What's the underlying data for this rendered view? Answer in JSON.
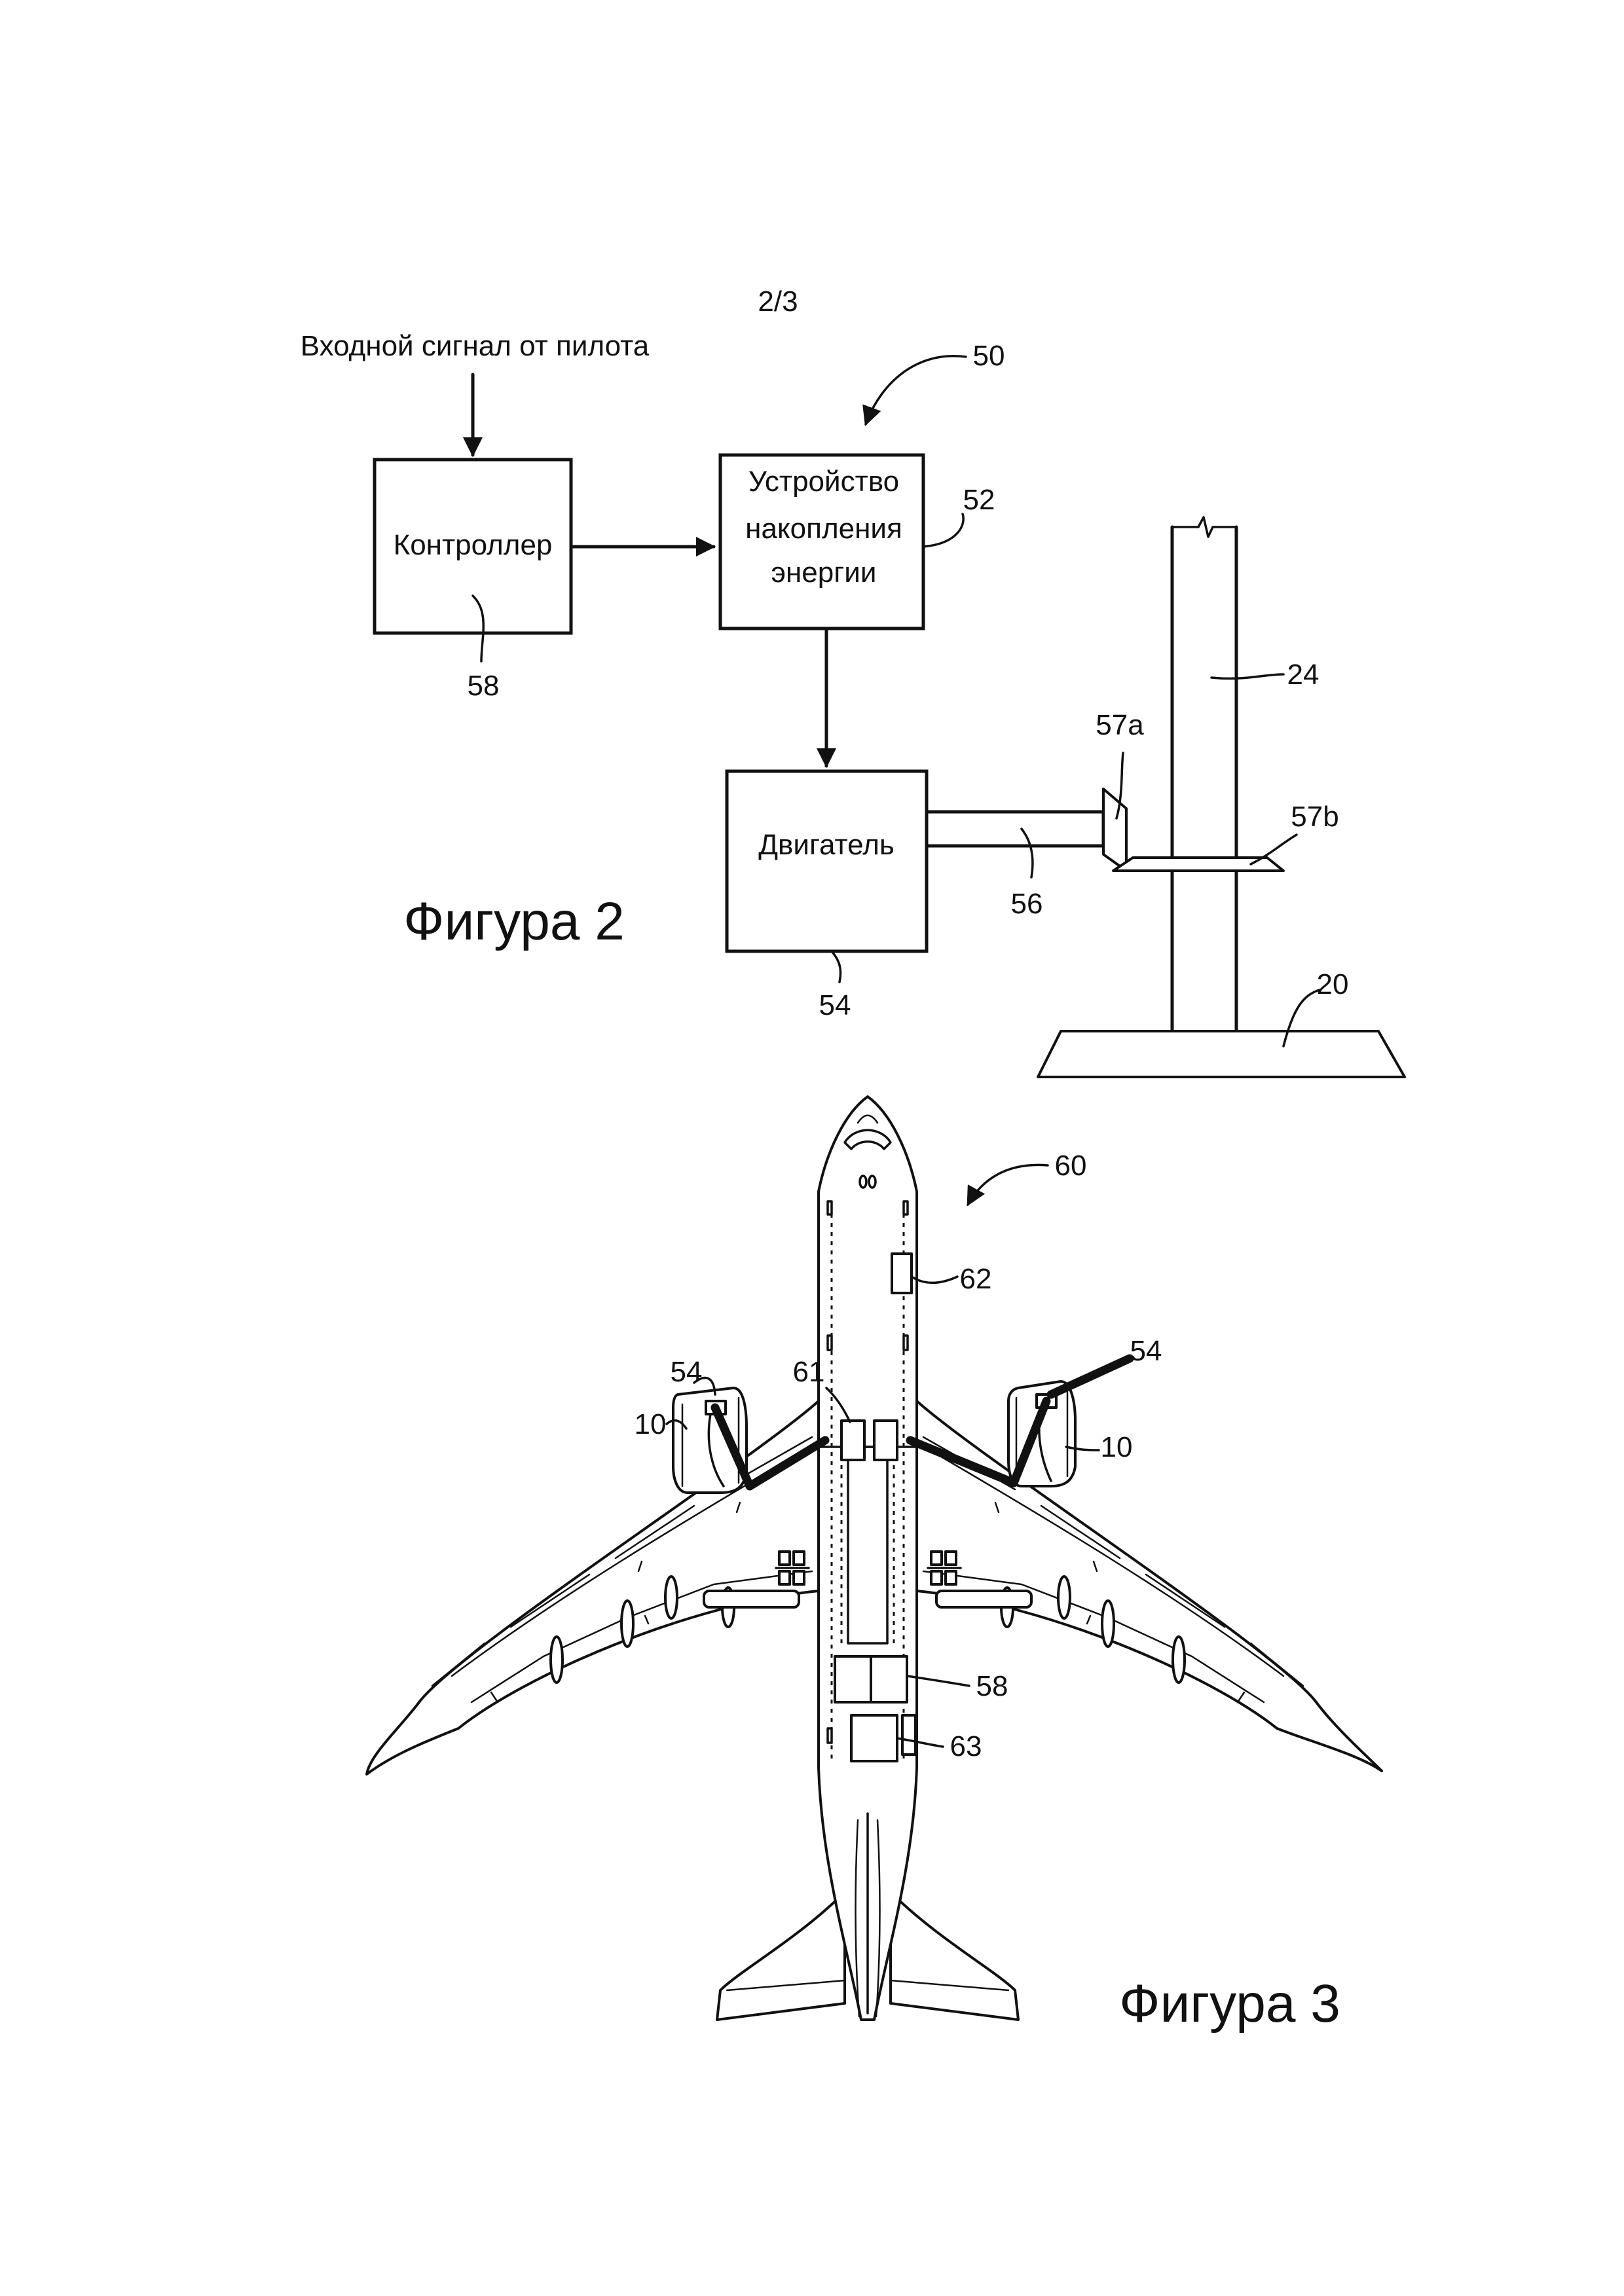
{
  "page_number": "2/3",
  "figure2": {
    "caption": "Фигура 2",
    "input_label": "Входной сигнал от пилота",
    "controller_label": "Контроллер",
    "storage_label_lines": [
      "Устройство",
      "накопления",
      "энергии"
    ],
    "motor_label": "Двигатель",
    "refs": {
      "system": "50",
      "storage": "52",
      "motor": "54",
      "shaft": "56",
      "gear_a": "57a",
      "gear_b": "57b",
      "controller": "58",
      "strut": "24",
      "base": "20"
    }
  },
  "figure3": {
    "caption": "Фигура 3",
    "refs": {
      "aircraft": "60",
      "unit_62": "62",
      "unit_61": "61",
      "motor_left": "54",
      "motor_right": "54",
      "engine_left": "10",
      "engine_right": "10",
      "controller": "58",
      "unit_63": "63"
    }
  }
}
